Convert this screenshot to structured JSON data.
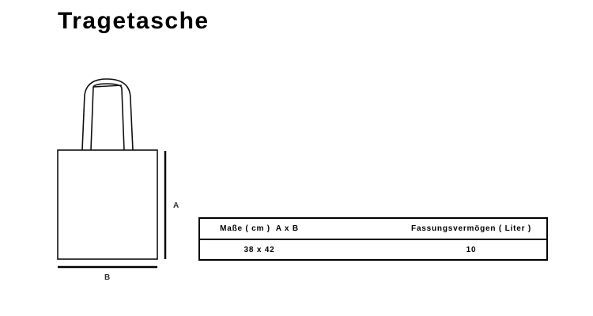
{
  "title": "Tragetasche",
  "diagram": {
    "label_height": "A",
    "label_width": "B"
  },
  "table": {
    "headers": [
      "Maße ( cm )  A x B",
      "Fassungsvermögen ( Liter )"
    ],
    "rows": [
      [
        "38 x 42",
        "10"
      ]
    ]
  }
}
